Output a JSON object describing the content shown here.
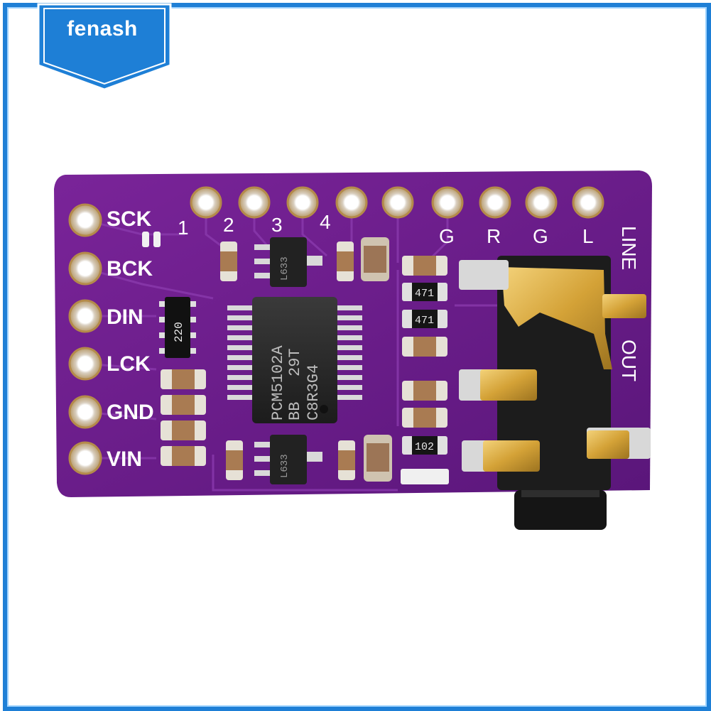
{
  "brand": {
    "logo_text": "fenash",
    "frame_color": "#1e7fd6",
    "badge_color": "#1e7fd6"
  },
  "board": {
    "color": "#6b1d8a",
    "left_pins": [
      {
        "label": "SCK"
      },
      {
        "label": "BCK"
      },
      {
        "label": "DIN"
      },
      {
        "label": "LCK"
      },
      {
        "label": "GND"
      },
      {
        "label": "VIN"
      }
    ],
    "top_numbers": [
      "1",
      "2",
      "3",
      "4"
    ],
    "top_letters": [
      "G",
      "R",
      "G",
      "L"
    ],
    "side_text_line": "LINE",
    "side_text_out": "OUT",
    "chip_line1": "PCM5102A",
    "chip_logo": "BB",
    "chip_line2": "29T",
    "chip_line3": "C8R3G4",
    "regulator_marking": "L633",
    "resistor_220": "220",
    "resistor_471a": "471",
    "resistor_471b": "471",
    "resistor_102": "102"
  }
}
